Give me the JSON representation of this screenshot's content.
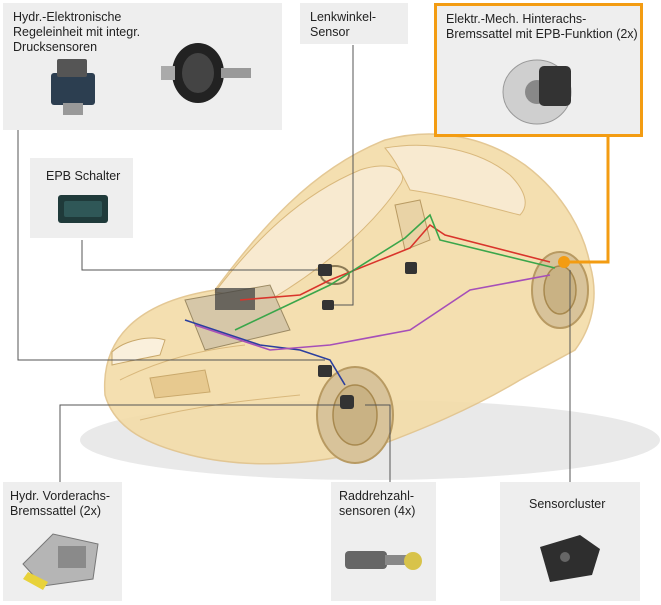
{
  "diagram": {
    "labels": {
      "hydraulic_unit": "Hydr.-Elektronische\nRegeleinheit mit integr.\nDrucksensoren",
      "steering_sensor": "Lenkwinkel-\nSensor",
      "rear_caliper": "Elektr.-Mech. Hinterachs-\nBremssattel mit EPB-Funktion (2x)",
      "epb_switch": "EPB Schalter",
      "front_caliper": "Hydr. Vorderachs-\nBremssattel (2x)",
      "wheel_speed": "Raddrehzahl-\nsensoren (4x)",
      "sensor_cluster": "Sensorcluster"
    },
    "colors": {
      "box_bg": "#eeeeee",
      "highlight": "#f39c12",
      "leader_line": "#555555",
      "car_body": "#f3dca8",
      "brake_line_red": "#d9342b",
      "brake_line_green": "#3aa64a",
      "brake_line_blue": "#2b3f9e",
      "brake_line_purple": "#a64fb8"
    }
  }
}
